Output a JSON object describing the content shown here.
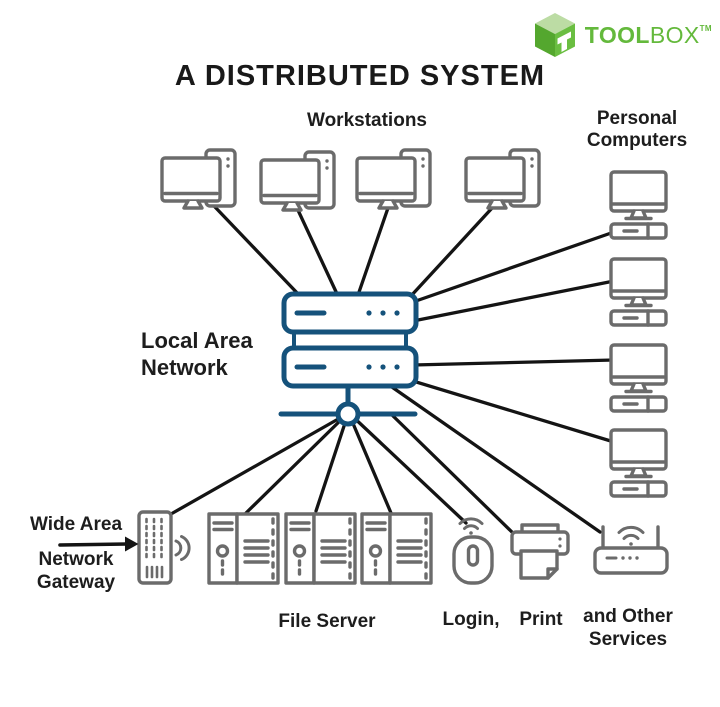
{
  "brand": {
    "text_bold": "TOOL",
    "text_light": "BOX",
    "trademark": "TM"
  },
  "title": "A DISTRIBUTED SYSTEM",
  "labels": {
    "workstations": "Workstations",
    "personal_computers_line1": "Personal",
    "personal_computers_line2": "Computers",
    "lan_line1": "Local Area",
    "lan_line2": "Network",
    "wan_line1": "Wide Area",
    "wan_line2": "Network",
    "wan_line3": "Gateway",
    "file_server": "File Server",
    "login": "Login,",
    "print": "Print",
    "other_services_line1": "and Other",
    "other_services_line2": "Services"
  },
  "colors": {
    "lan_blue": "#15527b",
    "icon_gray": "#6b6b6b",
    "link_black": "#141414",
    "brand_green": "#64b93c",
    "brand_green_light": "#bcdca4"
  },
  "diagram": {
    "node_counts": {
      "workstations": 4,
      "personal_computers": 4,
      "file_servers": 3,
      "lan_switch_units": 2
    },
    "connections": [
      "workstation-1 -> lan-switch",
      "workstation-2 -> lan-switch",
      "workstation-3 -> lan-switch",
      "workstation-4 -> lan-switch",
      "lan-switch -> personal-computer-1",
      "lan-switch -> personal-computer-2",
      "lan-switch -> personal-computer-3",
      "lan-switch -> personal-computer-4",
      "lan-hub -> wan-gateway",
      "lan-hub -> file-server-1",
      "lan-hub -> file-server-2",
      "lan-hub -> file-server-3",
      "lan-hub -> login-mouse",
      "lan-hub -> printer",
      "lan-switch -> router-other-services"
    ]
  }
}
